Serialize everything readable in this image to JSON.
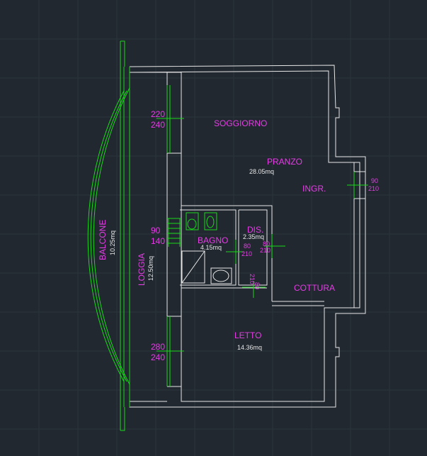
{
  "colors": {
    "background": "#212830",
    "walls": "#e6e6e6",
    "openings": "#19d819",
    "room_labels": "#e43de4",
    "areas": "#e6e6e6"
  },
  "rooms": {
    "soggiorno": {
      "name": "SOGGIORNO"
    },
    "pranzo": {
      "name": "PRANZO",
      "area": "28.05mq"
    },
    "ingresso": {
      "name": "INGR."
    },
    "bagno": {
      "name": "BAGNO",
      "area": "4.15mq"
    },
    "dis": {
      "name": "DIS.",
      "area": "2.35mq"
    },
    "cottura": {
      "name": "COTTURA"
    },
    "letto": {
      "name": "LETTO",
      "area": "14.36mq"
    },
    "loggia": {
      "name": "LOGGIA",
      "area": "12.50mq"
    },
    "balcone": {
      "name": "BALCONE",
      "area": "10.25mq"
    }
  },
  "openings": {
    "soggiorno_window": {
      "width": "220",
      "height": "240"
    },
    "letto_window": {
      "width": "280",
      "height": "240"
    },
    "bagno_window": {
      "width": "90",
      "height": "140"
    },
    "entrance_door": {
      "width": "90",
      "height": "210"
    },
    "bagno_door": {
      "width": "80",
      "height": "210"
    },
    "dis_door": {
      "width": "80",
      "height": "210"
    },
    "letto_door": {
      "width": "80",
      "height": "210"
    }
  }
}
